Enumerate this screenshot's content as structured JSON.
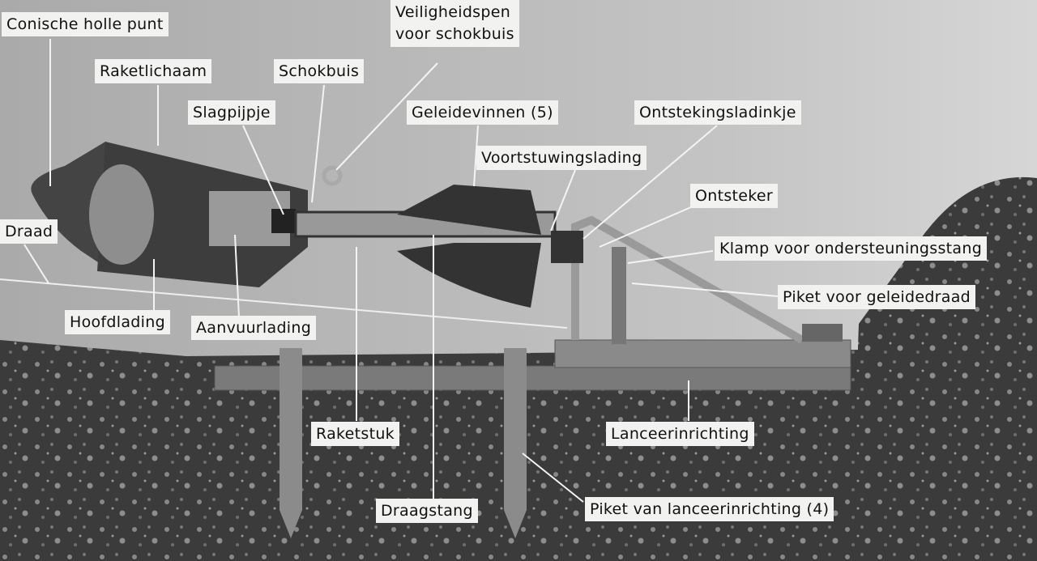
{
  "labels": {
    "conische_holle_punt": "Conische holle punt",
    "raketlichaam": "Raketlichaam",
    "schokbuis": "Schokbuis",
    "veiligheidspen_line1": "Veiligheidspen",
    "veiligheidspen_line2": "voor schokbuis",
    "slagpijpje": "Slagpijpje",
    "geleidevinnen": "Geleidevinnen (5)",
    "ontstekingsladinkje": "Ontstekingsladinkje",
    "voortstuwingslading": "Voortstuwingslading",
    "ontsteker": "Ontsteker",
    "draad": "Draad",
    "klamp": "Klamp voor ondersteuningsstang",
    "piket_geleidedraad": "Piket voor geleidedraad",
    "hoofdlading": "Hoofdlading",
    "aanvuurlading": "Aanvuurlading",
    "raketstuk": "Raketstuk",
    "lanceerinrichting": "Lanceerinrichting",
    "draagstang": "Draagstang",
    "piket_lanceerinrichting": "Piket van lanceerinrichting (4)"
  },
  "colors": {
    "sky": "#b9b9b9",
    "ground": "#3a3a3a",
    "metal_dark": "#3c3c3c",
    "label_bg": "#f2f2f0"
  }
}
